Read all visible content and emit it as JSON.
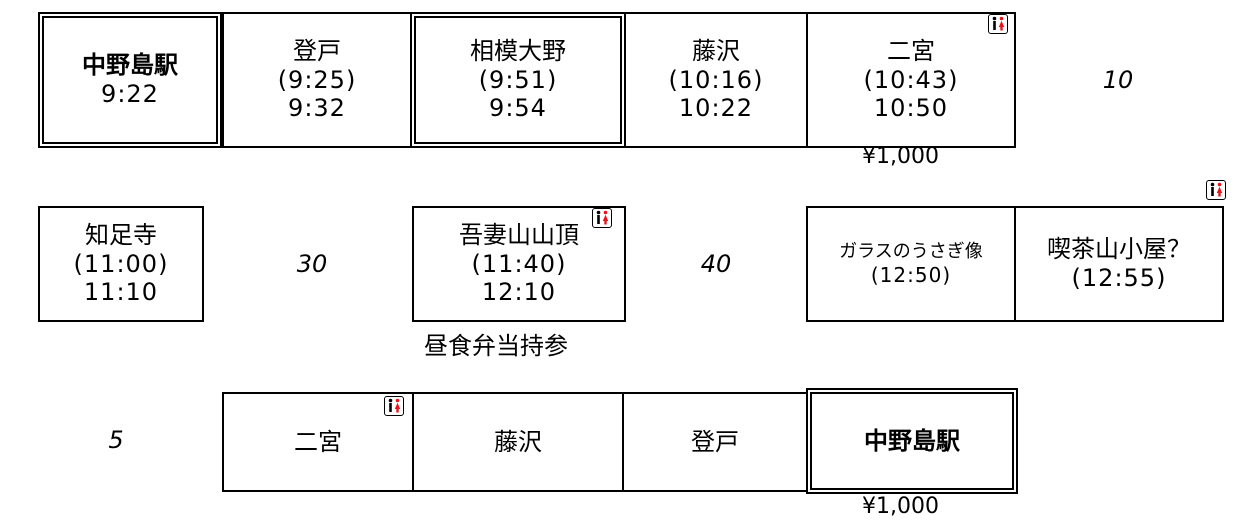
{
  "row1": {
    "stops": [
      {
        "name": "中野島駅",
        "arr": "",
        "dep": "9:22"
      },
      {
        "name": "登戸",
        "arr": "(9:25)",
        "dep": "9:32"
      },
      {
        "name": "相模大野",
        "arr": "(9:51)",
        "dep": "9:54"
      },
      {
        "name": "藤沢",
        "arr": "(10:16)",
        "dep": "10:22"
      },
      {
        "name": "二宮",
        "arr": "(10:43)",
        "dep": "10:50"
      }
    ],
    "gap": "10",
    "fare": "¥1,000"
  },
  "row2": {
    "stops": [
      {
        "name": "知足寺",
        "arr": "(11:00)",
        "dep": "11:10"
      },
      {
        "name": "吾妻山山頂",
        "arr": "(11:40)",
        "dep": "12:10"
      },
      {
        "name": "ガラスのうさぎ像",
        "arr": "(12:50)"
      },
      {
        "name": "喫茶山小屋？",
        "arr": "(12:55)"
      }
    ],
    "gap1": "30",
    "gap2": "40",
    "lunch_note": "昼食弁当持参"
  },
  "row3": {
    "gap": "5",
    "stops": [
      {
        "name": "二宮"
      },
      {
        "name": "藤沢"
      },
      {
        "name": "登戸"
      },
      {
        "name": "中野島駅"
      }
    ],
    "fare": "¥1,000"
  },
  "icons": {
    "restroom": "restroom-icon"
  },
  "colors": {
    "female": "#e8141c",
    "male": "#000000"
  }
}
